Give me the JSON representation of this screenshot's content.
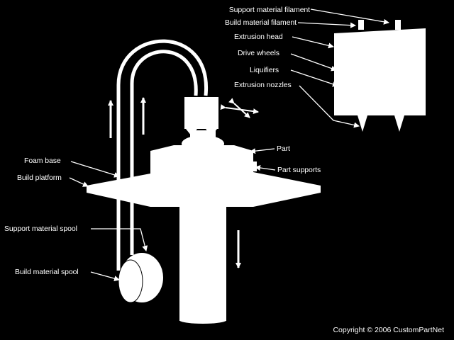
{
  "labels": {
    "support_filament": "Support material filament",
    "build_filament": "Build material filament",
    "extrusion_head": "Extrusion head",
    "drive_wheels": "Drive wheels",
    "liquifiers": "Liquifiers",
    "extrusion_nozzles": "Extrusion nozzles",
    "part": "Part",
    "part_supports": "Part supports",
    "foam_base": "Foam base",
    "build_platform": "Build platform",
    "support_spool": "Support material spool",
    "build_spool": "Build material spool"
  },
  "copyright": "Copyright © 2006 CustomPartNet",
  "colors": {
    "background": "#000000",
    "foreground": "#ffffff"
  }
}
